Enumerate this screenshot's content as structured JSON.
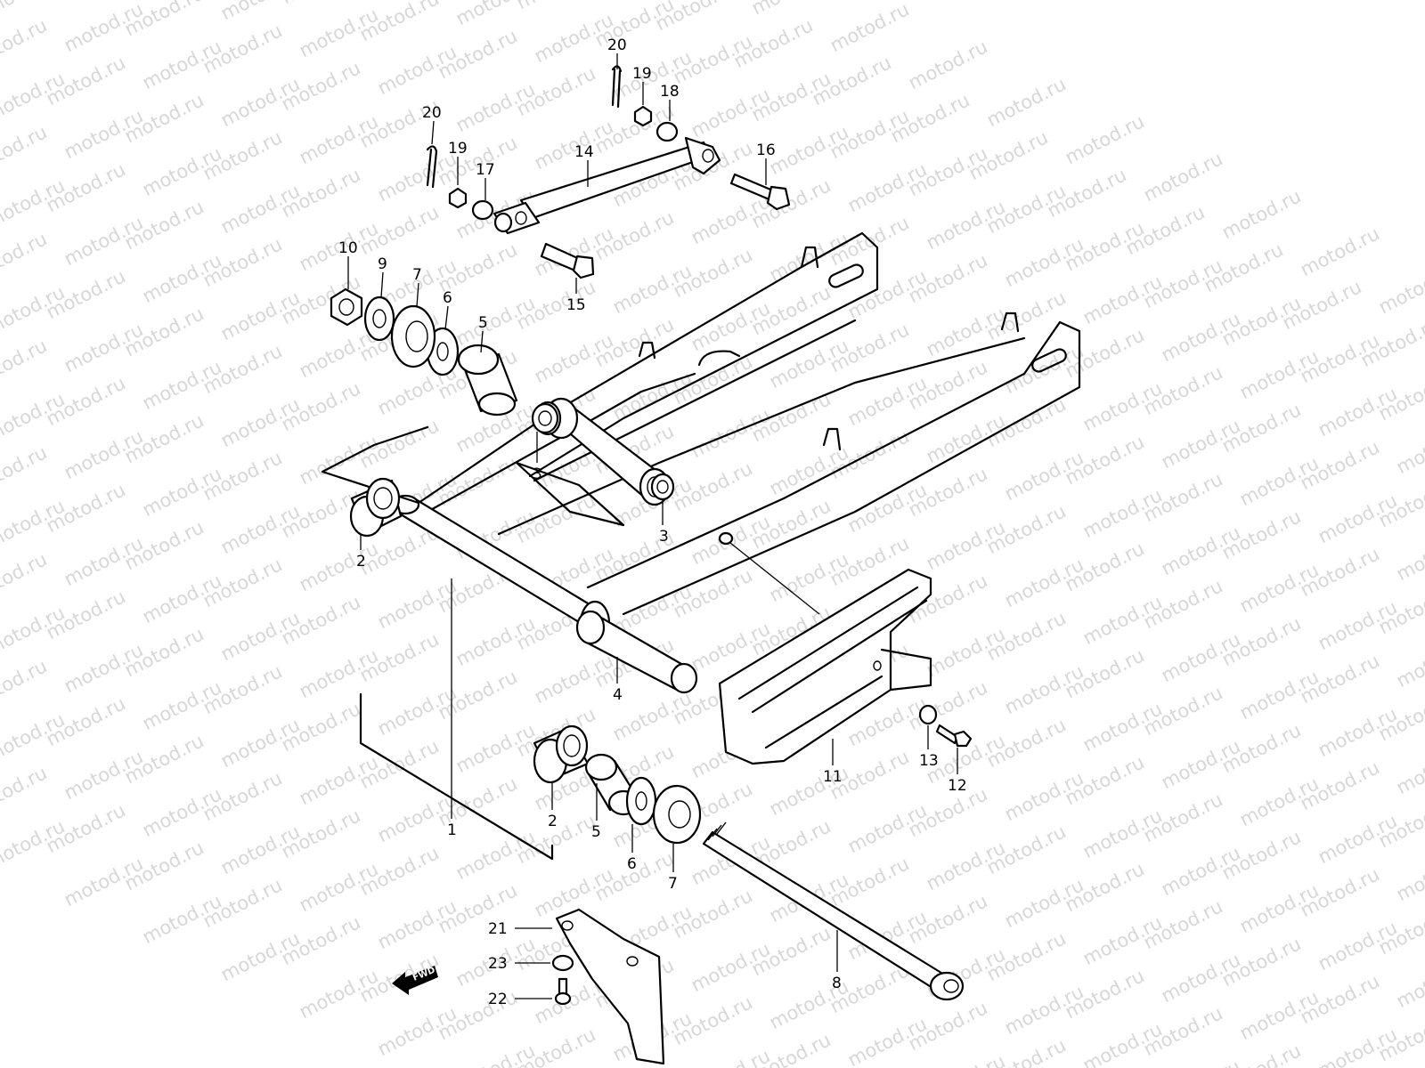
{
  "watermark": {
    "text": "motod.ru"
  },
  "fwd": {
    "label": "FWD"
  },
  "callouts": [
    {
      "id": "c20a",
      "label": "20"
    },
    {
      "id": "c19a",
      "label": "19"
    },
    {
      "id": "c18",
      "label": "18"
    },
    {
      "id": "c20b",
      "label": "20"
    },
    {
      "id": "c19b",
      "label": "19"
    },
    {
      "id": "c17",
      "label": "17"
    },
    {
      "id": "c14",
      "label": "14"
    },
    {
      "id": "c16",
      "label": "16"
    },
    {
      "id": "c15",
      "label": "15"
    },
    {
      "id": "c10",
      "label": "10"
    },
    {
      "id": "c9",
      "label": "9"
    },
    {
      "id": "c7a",
      "label": "7"
    },
    {
      "id": "c6a",
      "label": "6"
    },
    {
      "id": "c5a",
      "label": "5"
    },
    {
      "id": "c3a",
      "label": "3"
    },
    {
      "id": "c3b",
      "label": "3"
    },
    {
      "id": "c2a",
      "label": "2"
    },
    {
      "id": "c1",
      "label": "1"
    },
    {
      "id": "c4",
      "label": "4"
    },
    {
      "id": "c2b",
      "label": "2"
    },
    {
      "id": "c5b",
      "label": "5"
    },
    {
      "id": "c6b",
      "label": "6"
    },
    {
      "id": "c7b",
      "label": "7"
    },
    {
      "id": "c11",
      "label": "11"
    },
    {
      "id": "c13",
      "label": "13"
    },
    {
      "id": "c12",
      "label": "12"
    },
    {
      "id": "c8",
      "label": "8"
    },
    {
      "id": "c21",
      "label": "21"
    },
    {
      "id": "c23",
      "label": "23"
    },
    {
      "id": "c22",
      "label": "22"
    }
  ]
}
